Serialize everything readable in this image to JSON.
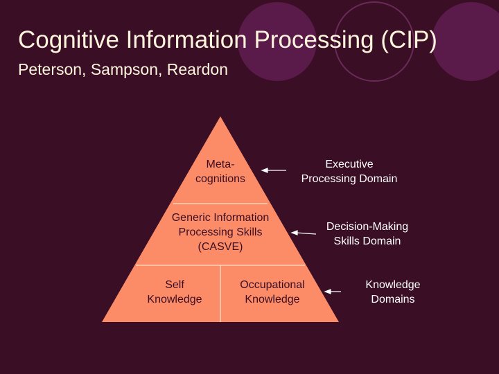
{
  "slide": {
    "title": "Cognitive Information Processing (CIP)",
    "subtitle": "Peterson, Sampson, Reardon"
  },
  "pyramid": {
    "fill_color": "#fc8c68",
    "text_color": "#3a0e24",
    "top": "Meta-\ncognitions",
    "middle": "Generic Information\nProcessing Skills\n(CASVE)",
    "bottom_left": "Self\nKnowledge",
    "bottom_right": "Occupational\nKnowledge"
  },
  "domains": {
    "executive": "Executive\nProcessing Domain",
    "decision": "Decision-Making\nSkills Domain",
    "knowledge": "Knowledge\nDomains"
  },
  "colors": {
    "background": "#3a0e24",
    "circle_fill": "#5a1a4a",
    "title": "#fff4dc",
    "labels": "#ffffff"
  }
}
